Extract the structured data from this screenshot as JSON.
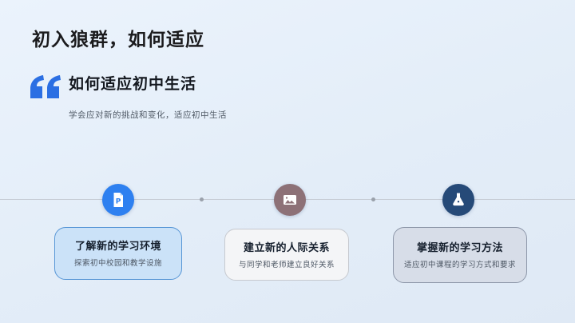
{
  "slide": {
    "title": "初入狼群，如何适应",
    "quote": {
      "heading": "如何适应初中生活",
      "subtitle": "学会应对新的挑战和变化，适应初中生活"
    },
    "timeline": {
      "steps": [
        {
          "icon": "ppt-file-icon",
          "icon_bg": "#2e80f0",
          "title": "了解新的学习环境",
          "description": "探索初中校园和教学设施",
          "card_bg": "#cbe2f8",
          "card_border": "#5796d6"
        },
        {
          "icon": "image-icon",
          "icon_bg": "#8d7177",
          "title": "建立新的人际关系",
          "description": "与同学和老师建立良好关系",
          "card_bg": "#f4f5f7",
          "card_border": "#c6c9cf"
        },
        {
          "icon": "flask-icon",
          "icon_bg": "#264a78",
          "title": "掌握新的学习方法",
          "description": "适应初中课程的学习方式和要求",
          "card_bg": "#d7dde8",
          "card_border": "#8d97a9"
        }
      ]
    },
    "colors": {
      "background": "#e6effa",
      "accent_blue": "#2b6fe3",
      "title_text": "#1b1b1d",
      "subtitle_text": "#525c68",
      "timeline_line": "#c7cdd6",
      "timeline_dot": "#9aa1ab",
      "card_title_text": "#16202e",
      "card_desc_text": "#4e5865"
    }
  }
}
